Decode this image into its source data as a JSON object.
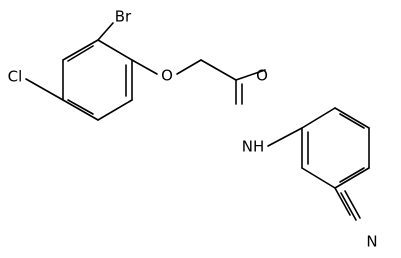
{
  "molecule": {
    "atom_labels": {
      "bromine": "Br",
      "chlorine": "Cl",
      "ether_oxygen": "O",
      "carbonyl_oxygen": "O",
      "amide_nh": "NH",
      "nitrile_nitrogen": "N"
    }
  }
}
